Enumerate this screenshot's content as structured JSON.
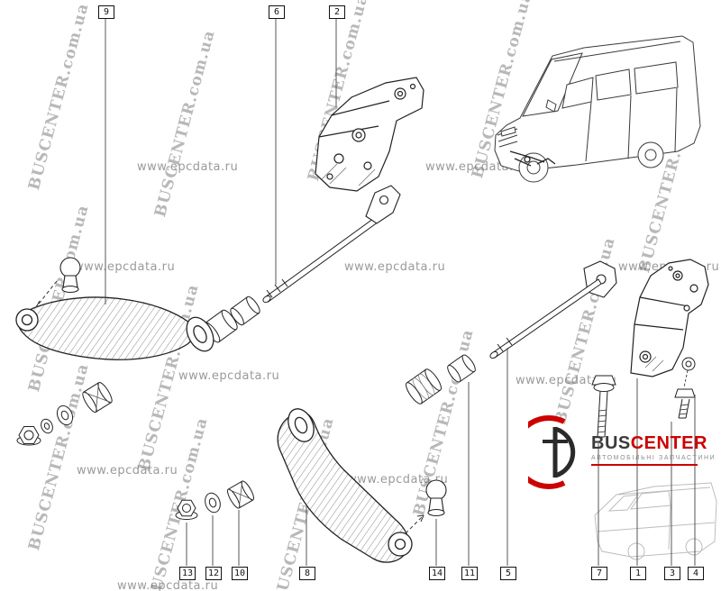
{
  "watermarks": {
    "buscenter": "BUSCENTER.com.ua",
    "epcdata": "www.epcdata.ru"
  },
  "callouts": [
    {
      "label": "9"
    },
    {
      "label": "6"
    },
    {
      "label": "2"
    },
    {
      "label": "13"
    },
    {
      "label": "12"
    },
    {
      "label": "10"
    },
    {
      "label": "8"
    },
    {
      "label": "14"
    },
    {
      "label": "11"
    },
    {
      "label": "5"
    },
    {
      "label": "7"
    },
    {
      "label": "1"
    },
    {
      "label": "3"
    },
    {
      "label": "4"
    }
  ],
  "logo": {
    "brand_primary": "BUS",
    "brand_accent": "CENTER",
    "subtitle": "АВТОМОБІЛЬНІ ЗАПЧАСТИНИ",
    "accent_color": "#cc0000"
  }
}
